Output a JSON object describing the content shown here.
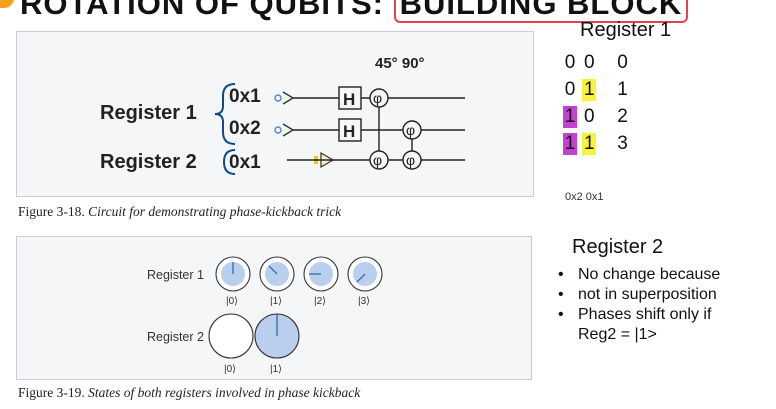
{
  "slide": {
    "title_plain": "ROTATION OF QUBITS:",
    "title_boxed": "BUILDING BLOCK"
  },
  "circuit": {
    "angle_labels": "45° 90°",
    "register1_label": "Register 1",
    "register2_label": "Register 2",
    "qubit_0x1": "0x1",
    "qubit_0x2": "0x2",
    "qubit_r2_0x1": "0x1",
    "gate_h": "H",
    "gate_phase": "φ",
    "caption_number": "Figure 3-18.",
    "caption_text": "Circuit for demonstrating phase-kickback trick"
  },
  "states": {
    "register1_label": "Register 1",
    "register2_label": "Register 2",
    "register1_kets": [
      "|0⟩",
      "|1⟩",
      "|2⟩",
      "|3⟩"
    ],
    "register2_kets": [
      "|0⟩",
      "|1⟩"
    ],
    "caption_number": "Figure 3-19.",
    "caption_text": "States of both registers involved in phase kickback"
  },
  "notes": {
    "register1_heading": "Register 1",
    "table_rows": [
      [
        "0",
        "0",
        "0"
      ],
      [
        "0",
        "1",
        "1"
      ],
      [
        "1",
        "0",
        "2"
      ],
      [
        "1",
        "1",
        "3"
      ]
    ],
    "bit_axis_label": "0x2 0x1",
    "register2_heading": "Register 2",
    "bullets": [
      "No change because",
      "not in superposition",
      "Phases shift only if Reg2 = |1>"
    ]
  },
  "colors": {
    "accent_red": "#e0434a",
    "accent_orange": "#f3a21c",
    "highlight_yellow": "#f7f23a",
    "highlight_magenta": "#c63fd3",
    "circle_fill": "#b9cfed",
    "bracket_blue": "#0e4a8a"
  }
}
